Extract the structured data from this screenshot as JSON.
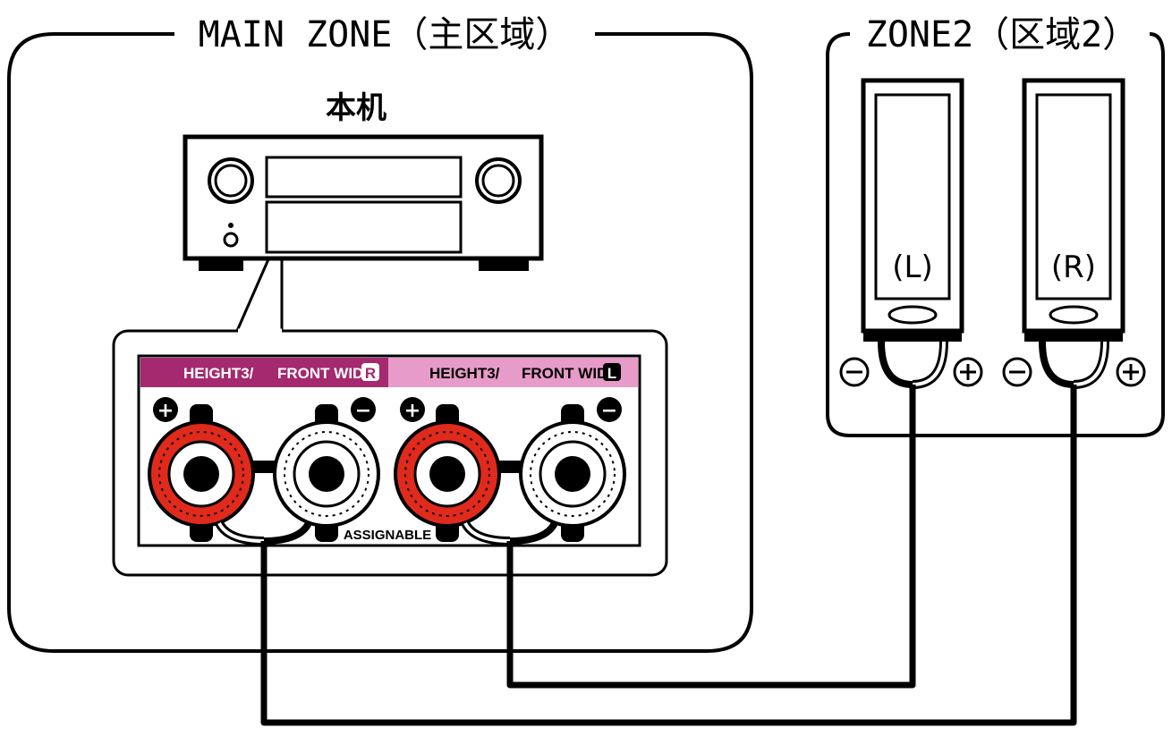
{
  "main_zone": {
    "title": "MAIN ZONE（主区域）"
  },
  "zone2": {
    "title": "ZONE2（区域2）"
  },
  "receiver": {
    "label": "本机"
  },
  "terminal_panel": {
    "right_group": {
      "label_a": "HEIGHT3/",
      "label_b": "FRONT WIDE",
      "badge": "R",
      "color": "#a4296e"
    },
    "left_group": {
      "label_a": "HEIGHT3/",
      "label_b": "FRONT WIDE",
      "badge": "L",
      "color": "#e79bc8"
    },
    "assignable_label": "ASSIGNABLE",
    "plus_color": "#e02a1c",
    "minus_color": "#ffffff"
  },
  "speakers": {
    "left": {
      "label": "(L)"
    },
    "right": {
      "label": "(R)"
    }
  },
  "symbols": {
    "plus": "+",
    "minus": "−"
  }
}
